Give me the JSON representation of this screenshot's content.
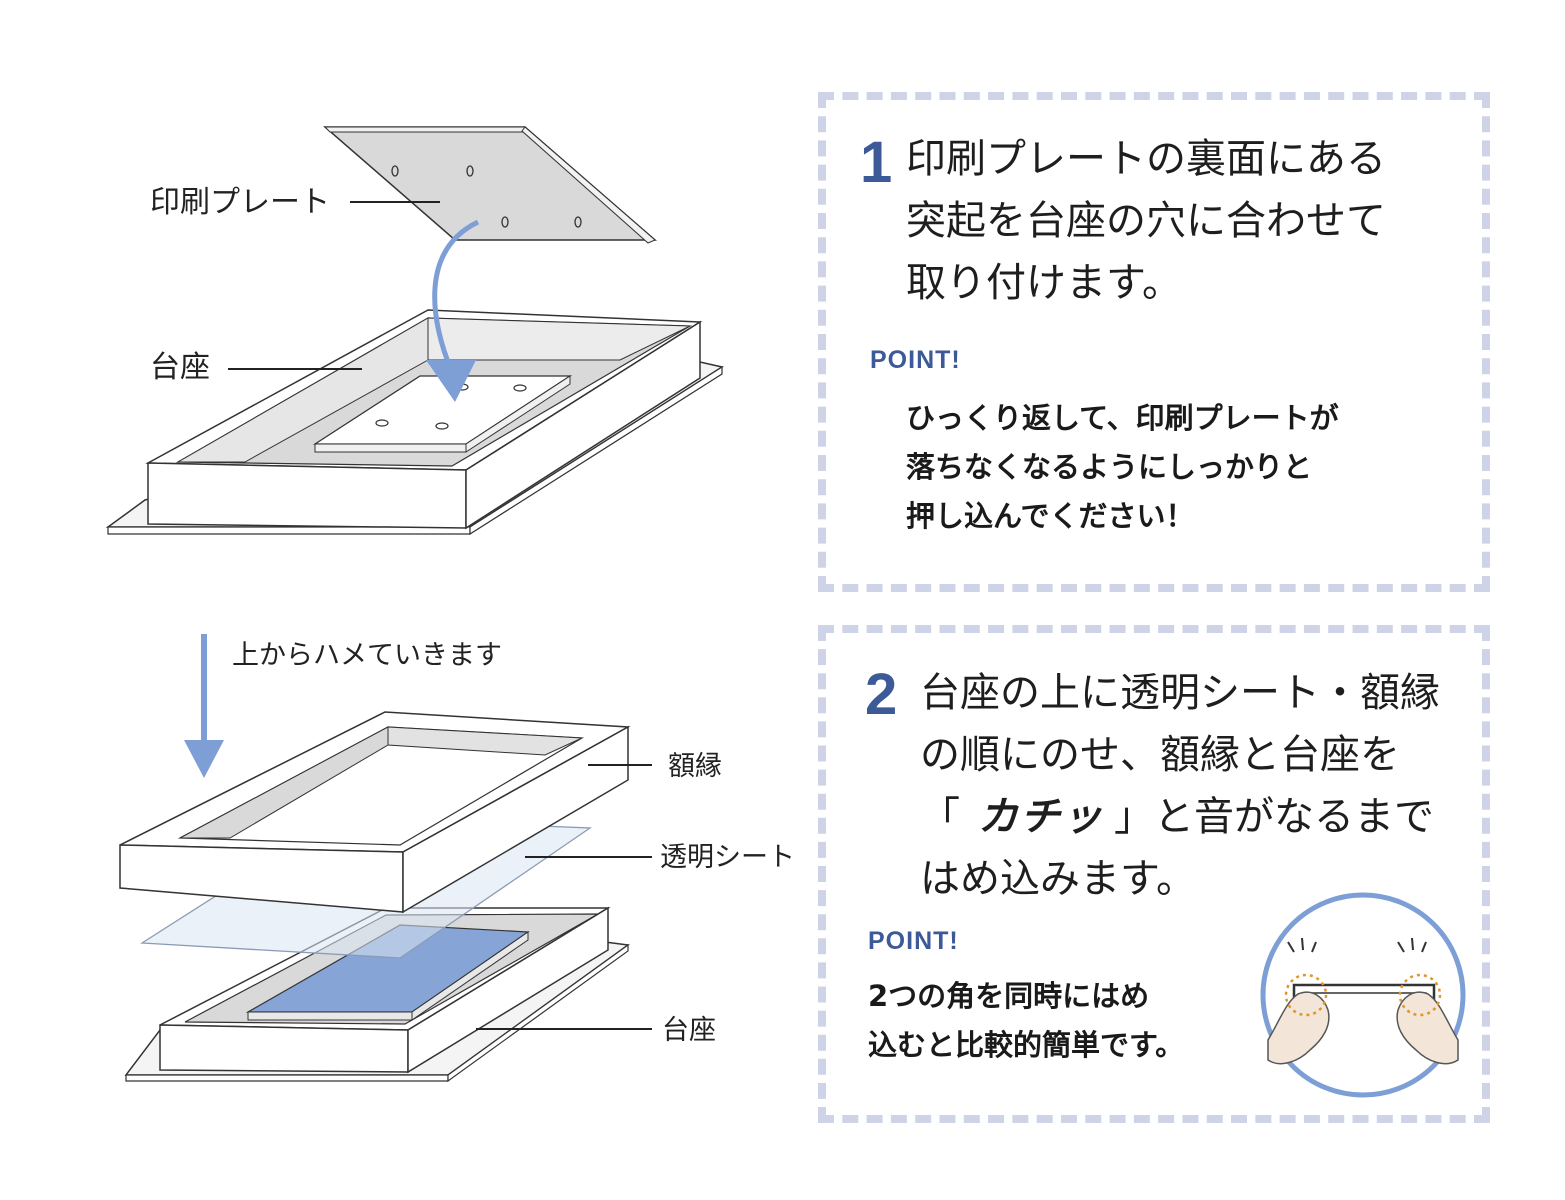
{
  "diagram_top": {
    "label_plate": "印刷プレート",
    "label_base": "台座"
  },
  "diagram_bottom": {
    "arrow_label": "上からハメていきます",
    "label_frame": "額縁",
    "label_sheet": "透明シート",
    "label_base": "台座"
  },
  "step1": {
    "number": "1",
    "lines": [
      "印刷プレートの裏面にある",
      "突起を台座の穴に合わせて",
      "取り付けます。"
    ],
    "point_label": "POINT!",
    "point_lines": [
      "ひっくり返して、印刷プレートが",
      "落ちなくなるようにしっかりと",
      "押し込んでください！"
    ]
  },
  "step2": {
    "number": "2",
    "line1": "台座の上に透明シート・額縁",
    "line2": "の順にのせ、額縁と台座を",
    "line3_open": "「",
    "line3_sound": "カチッ",
    "line3_close": "」と音がなるまで",
    "line4": "はめ込みます。",
    "point_label": "POINT!",
    "point_lines": [
      "2つの角を同時にはめ",
      "込むと比較的簡単です。"
    ]
  },
  "colors": {
    "accent": "#3c5a98",
    "arrow": "#7d9fd6",
    "blue_plate": "#86a4d6",
    "panel_border": "#cfd3e8",
    "gray": "#d9d9d9"
  }
}
